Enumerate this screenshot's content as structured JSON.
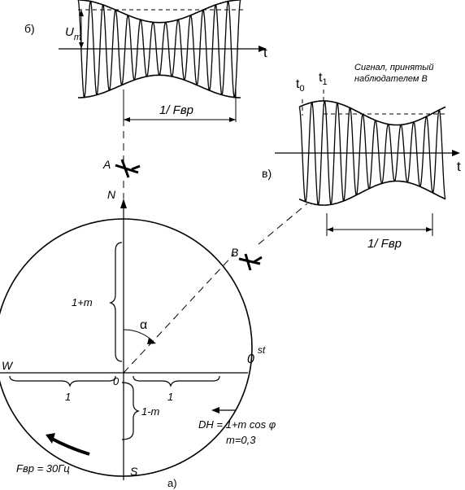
{
  "panel_b": {
    "label": "б)",
    "amplitude_label": "U",
    "amplitude_sub": "m",
    "axis_t": "t",
    "period_label": "1/ Fвр"
  },
  "panel_v": {
    "label": "в)",
    "caption_line1": "Сигнал, принятый",
    "caption_line2": "наблюдателем В",
    "t0": "t",
    "t0_sub": "0",
    "t1": "t",
    "t1_sub": "1",
    "axis_t": "t",
    "period_label": "1/ Fвр"
  },
  "panel_a": {
    "label": "а)",
    "north": "N",
    "south": "S",
    "west": "W",
    "east_main": "0",
    "east_sup": "st",
    "origin": "0",
    "point_a": "A",
    "point_b": "B",
    "angle": "α",
    "upper_brace": "1+m",
    "lower_brace": "1-m",
    "left_brace": "1",
    "right_brace": "1",
    "formula_line1": "DH = 1+m cos φ",
    "formula_line2": "m=0,3",
    "rotation_label": "Fвр = 30Гц"
  },
  "signal": {
    "modulation_depth": 0.3,
    "rotation_frequency_hz": 30
  }
}
